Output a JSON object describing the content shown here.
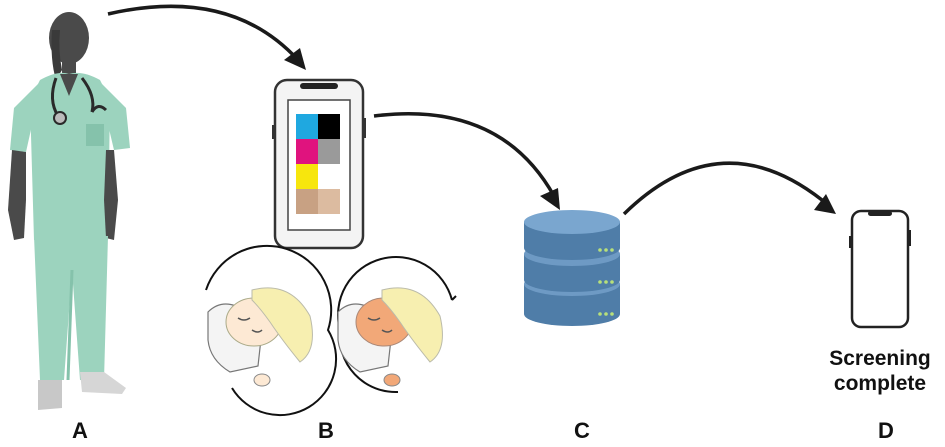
{
  "labels": {
    "a": "A",
    "b": "B",
    "c": "C",
    "d": "D"
  },
  "caption": {
    "line1": "Screening",
    "line2": "complete"
  },
  "icons": {
    "clinician": "healthcare-worker-icon",
    "phone_with_card": "smartphone-color-card-icon",
    "newborn_normal": "newborn-baby-icon",
    "newborn_jaundice": "newborn-baby-jaundiced-icon",
    "database": "database-server-icon",
    "phone_result": "smartphone-icon"
  },
  "color_card": {
    "swatches": [
      "#1fa8e0",
      "#000000",
      "#e0137e",
      "#9a9a9a",
      "#f7e60d",
      "#ffffff",
      "#c8a183",
      "#dcbba0"
    ]
  },
  "colors": {
    "scrubs": "#9cd3be",
    "scrubs_shade": "#85c2ab",
    "skin_silhouette": "#4a4a4a",
    "database_blue": "#4f7da8",
    "database_light": "#6e9ac4",
    "arrow": "#1a1a1a"
  }
}
